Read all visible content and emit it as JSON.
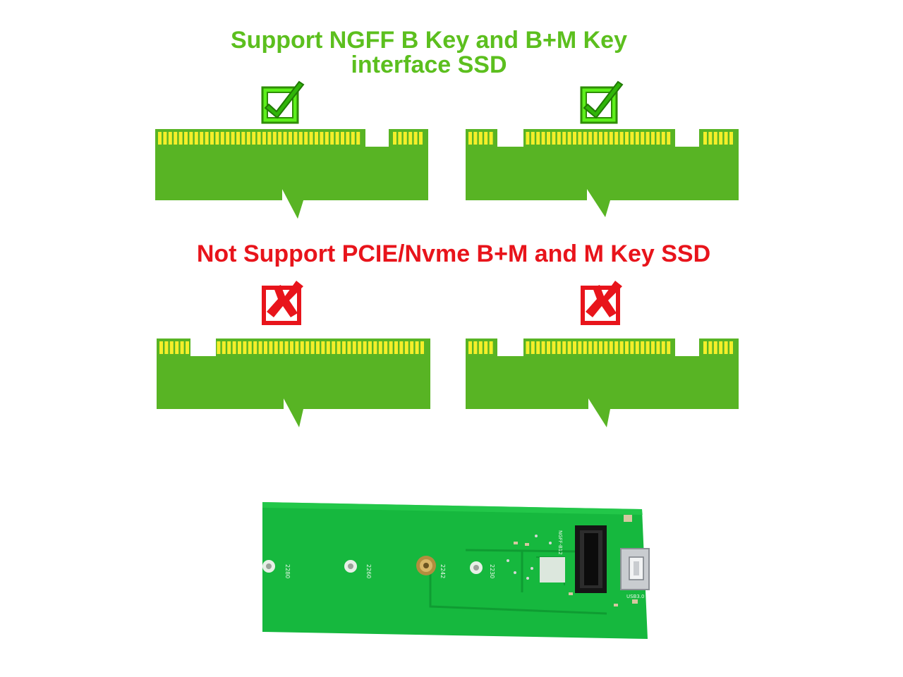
{
  "supported": {
    "line1": "Support NGFF B Key and B+M Key",
    "line2": "interface SSD",
    "color": "#5cbf1e"
  },
  "not_supported": {
    "line": "Not Support PCIE/Nvme B+M and M Key SSD",
    "color": "#e8141b"
  },
  "connector_colors": {
    "board": "#58b424",
    "gold_pins": "#f4ee2a"
  },
  "cards": [
    {
      "id": "b-key",
      "keying": "B key",
      "status": "supported",
      "icon": "check-icon"
    },
    {
      "id": "bm-key-top",
      "keying": "B+M key",
      "status": "supported",
      "icon": "check-icon"
    },
    {
      "id": "m-key",
      "keying": "M key",
      "status": "not-supported",
      "icon": "cross-icon"
    },
    {
      "id": "bm-key-bottom",
      "keying": "B+M key",
      "status": "not-supported",
      "icon": "cross-icon"
    }
  ],
  "board": {
    "mount_labels": [
      "2280",
      "2260",
      "2242",
      "2230"
    ],
    "silkscreen": [
      "NGFF-B12",
      "USB3.0"
    ],
    "board_color": "#16b83e"
  }
}
